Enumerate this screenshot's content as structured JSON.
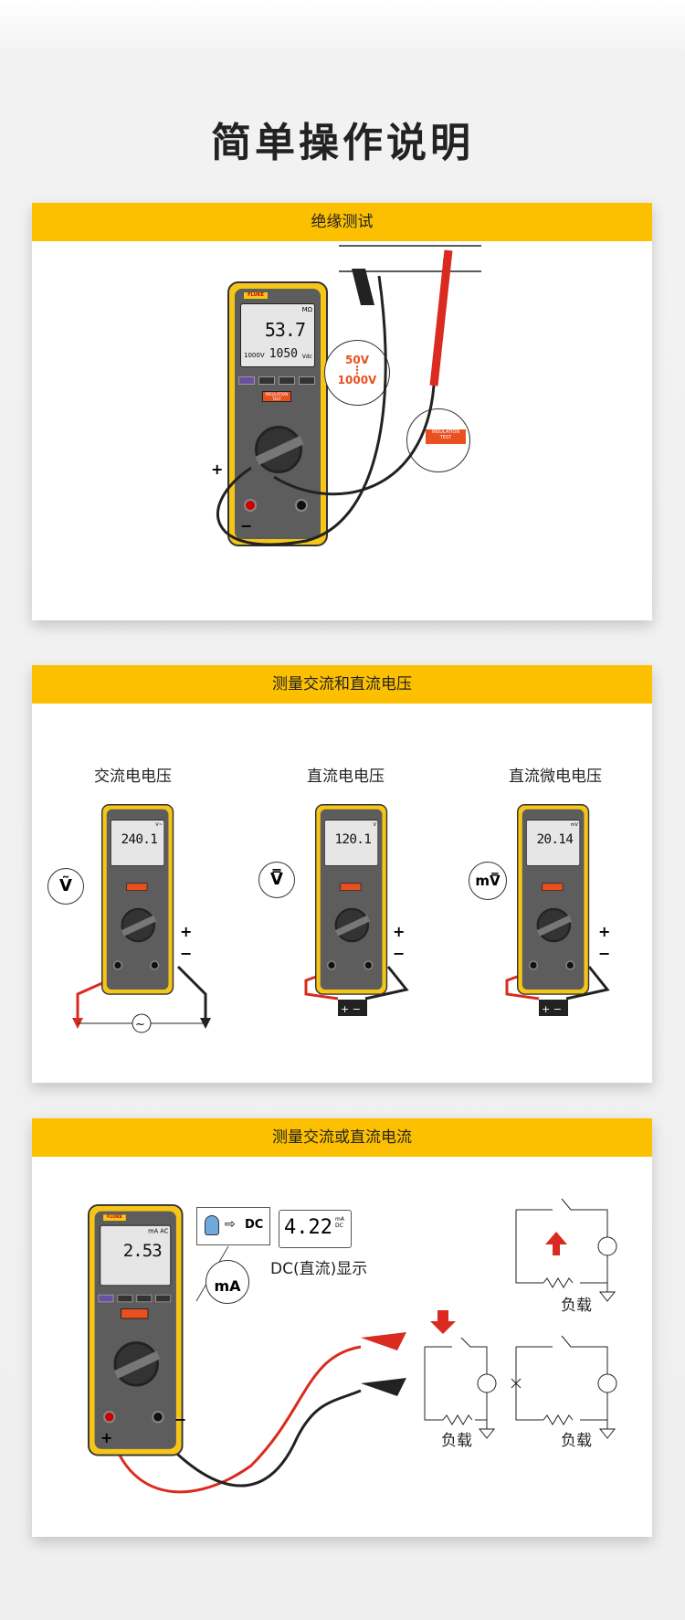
{
  "title": "简单操作说明",
  "sections": [
    {
      "header": "绝缘测试",
      "meter": {
        "brand": "FLUKE",
        "reading": "53.7",
        "unit": "MΩ",
        "sub_label": "1000V",
        "sub_reading": "1050",
        "sub_unit": "Vdc"
      },
      "callout": {
        "low": "50V",
        "high": "1000V"
      },
      "insulation_button": "INSULATION TEST",
      "plus": "+",
      "minus": "−"
    },
    {
      "header": "测量交流和直流电压",
      "items": [
        {
          "label": "交流电电压",
          "reading": "240.1",
          "unit": "V~",
          "dial": "Ṽ",
          "plus": "+",
          "minus": "−"
        },
        {
          "label": "直流电电压",
          "reading": "120.1",
          "unit": "V",
          "dial": "V̿",
          "plus": "+",
          "minus": "−"
        },
        {
          "label": "直流微电电压",
          "reading": "20.14",
          "unit": "mV",
          "dial": "mV̿",
          "plus": "+",
          "minus": "−"
        }
      ]
    },
    {
      "header": "测量交流或直流电流",
      "meter": {
        "brand": "FLUKE",
        "reading": "2.53",
        "unit": "mA AC"
      },
      "dc_button": "DC",
      "dc_reading": "4.22",
      "dc_unit": "mA DC",
      "dc_caption": "DC(直流)显示",
      "dial": "mA",
      "load_labels": [
        "负载",
        "负载",
        "负载"
      ],
      "plus": "+",
      "minus": "−"
    }
  ],
  "colors": {
    "accent": "#fcc000",
    "probe_red": "#d92b1f",
    "orange": "#e8511f"
  }
}
